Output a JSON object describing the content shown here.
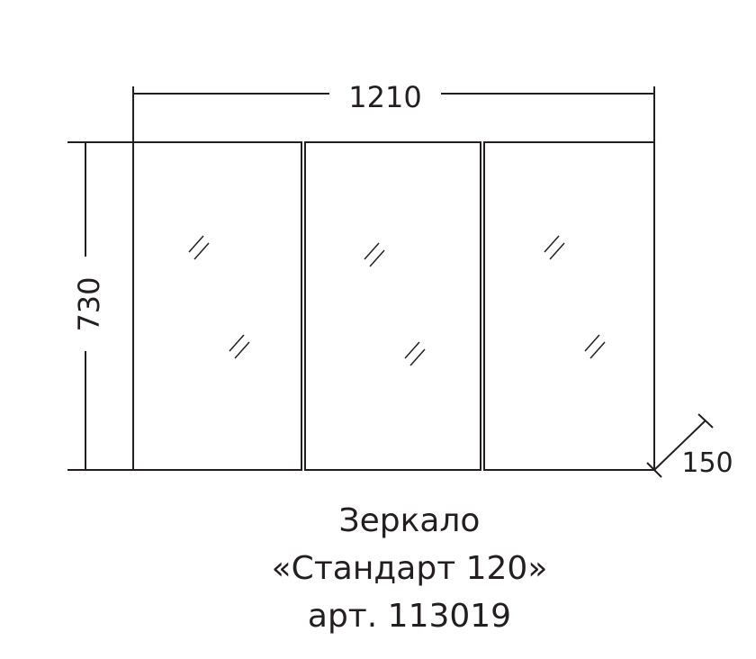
{
  "dimensions": {
    "width_label": "1210",
    "height_label": "730",
    "depth_label": "150"
  },
  "caption": {
    "line1": "Зеркало",
    "line2": "«Стандарт 120»",
    "line3": "арт. 113019"
  },
  "panels": 3,
  "colors": {
    "line": "#231f20",
    "background": "#ffffff"
  }
}
